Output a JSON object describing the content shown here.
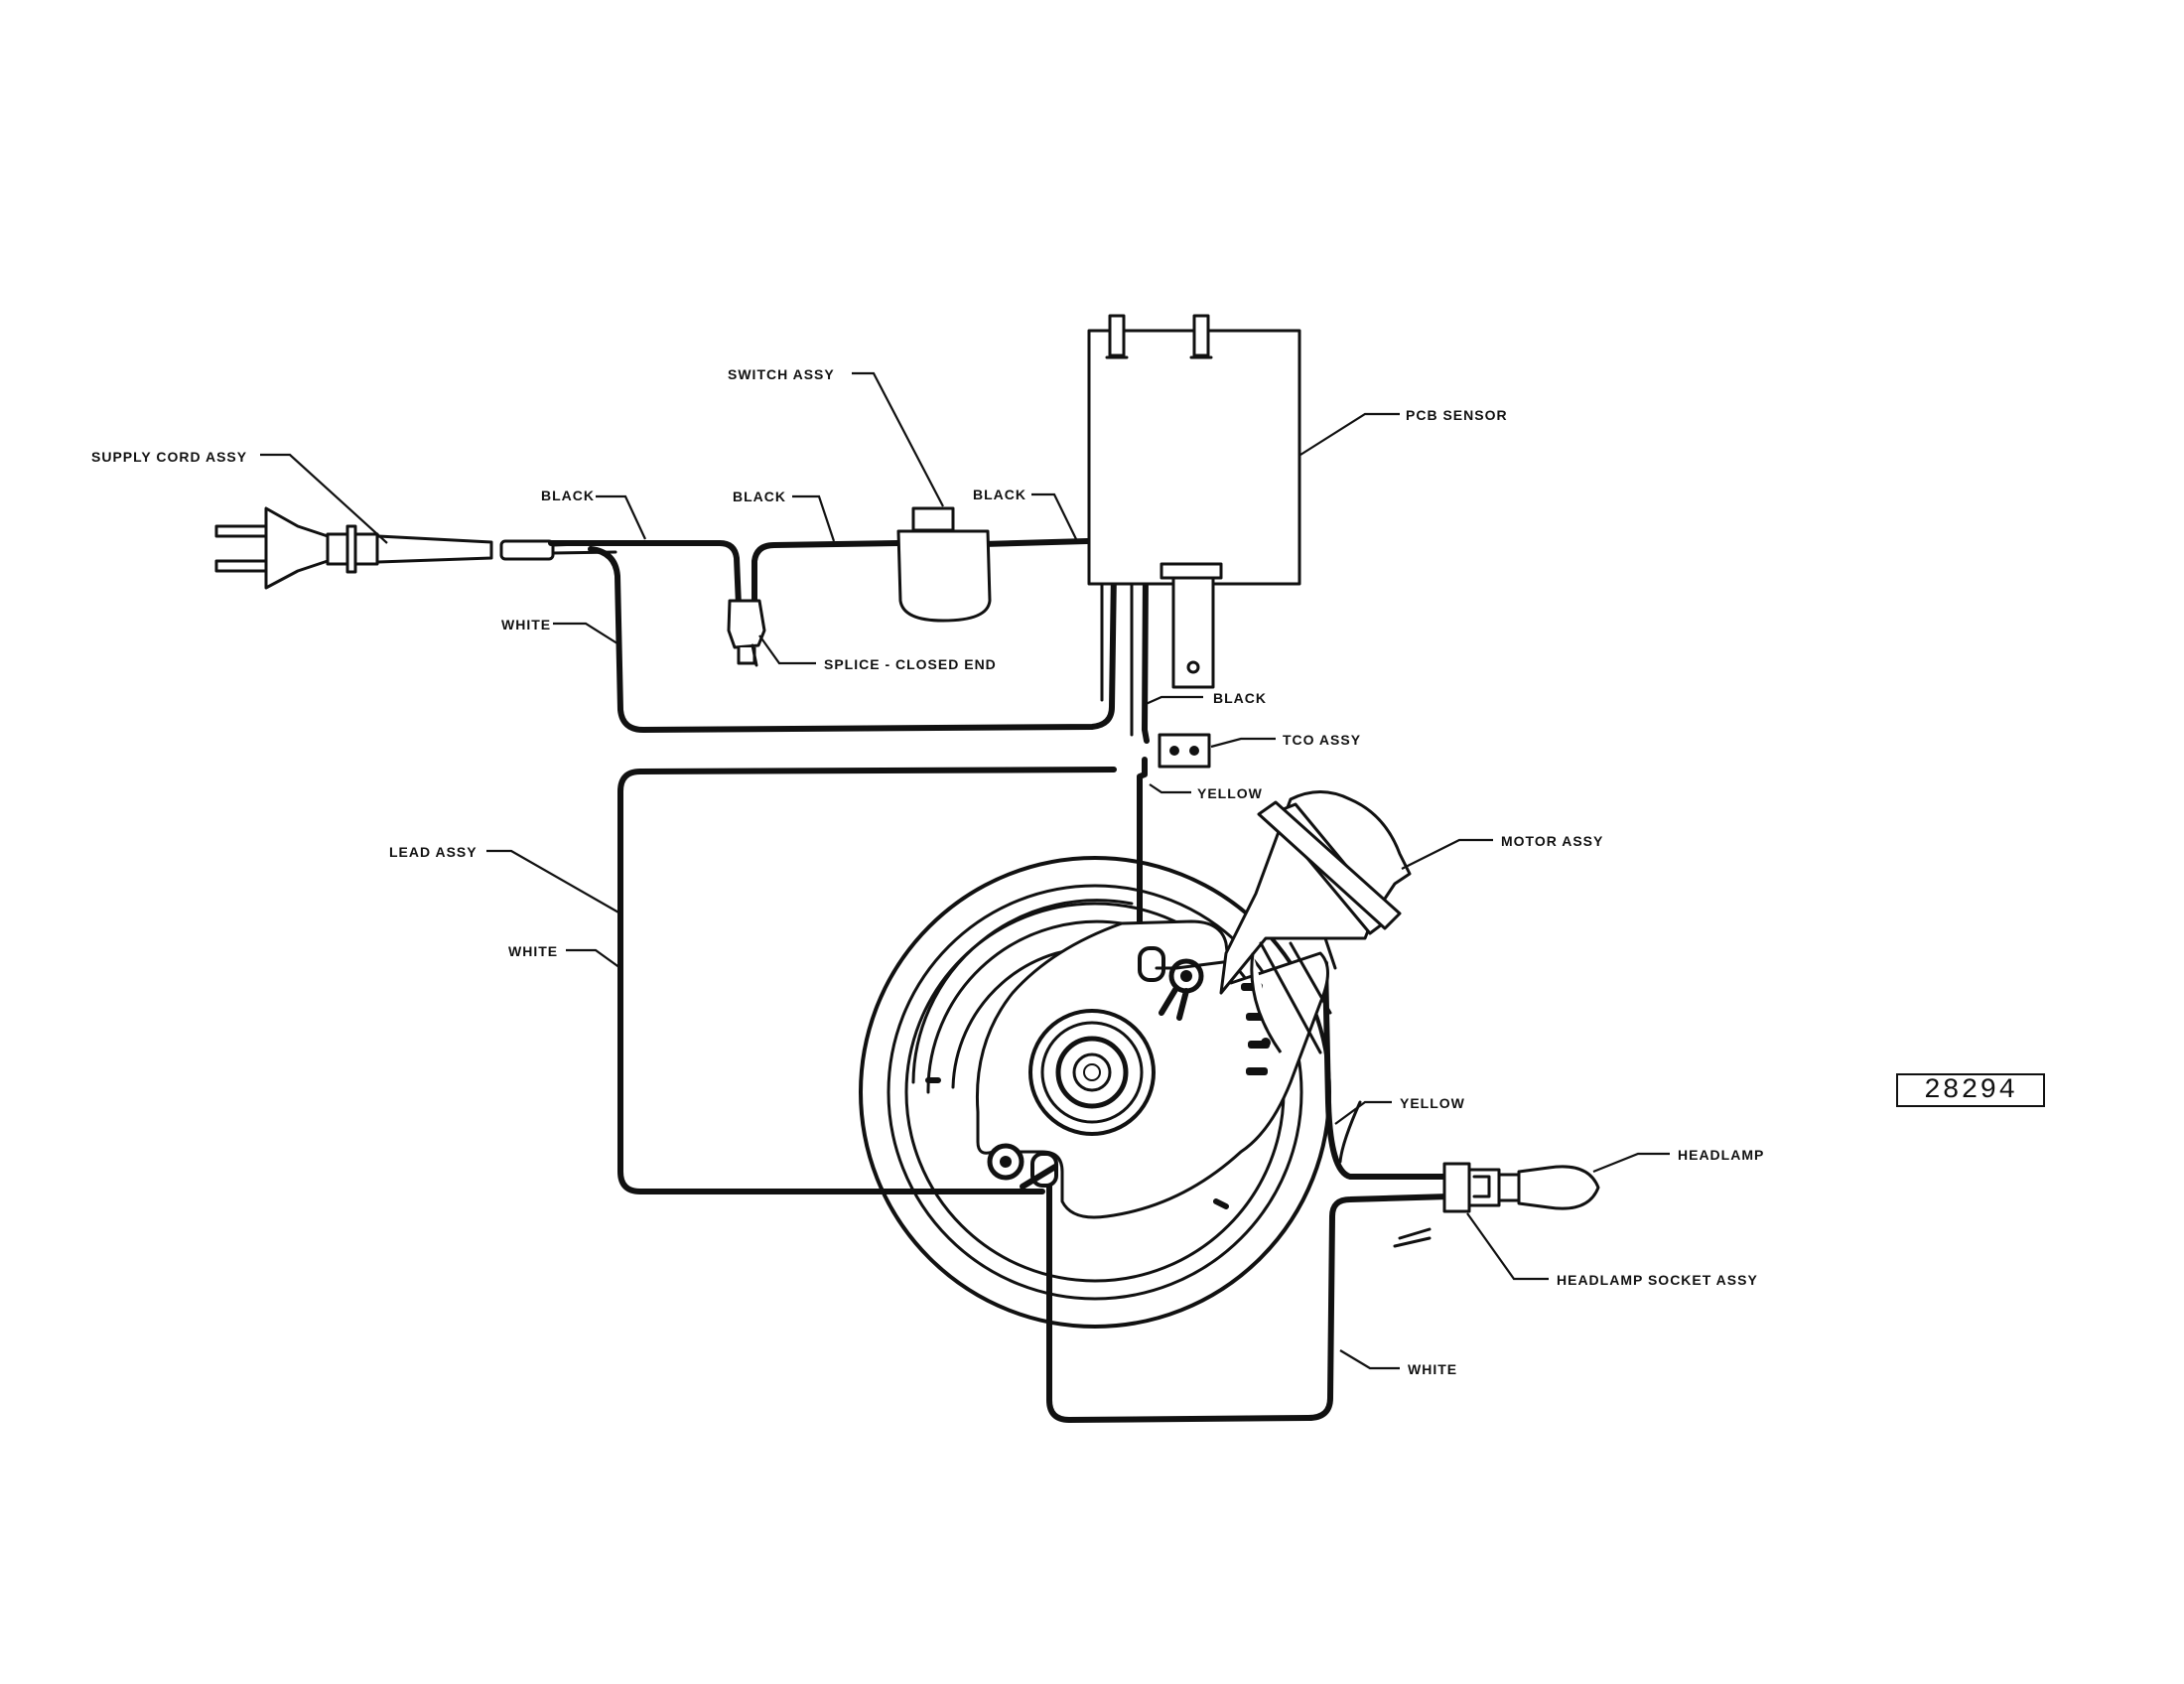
{
  "labels": {
    "supply_cord": "SUPPLY CORD ASSY",
    "black_1": "BLACK",
    "black_2": "BLACK",
    "black_3": "BLACK",
    "black_4": "BLACK",
    "switch_assy": "SWITCH ASSY",
    "pcb_sensor": "PCB SENSOR",
    "white_1": "WHITE",
    "splice": "SPLICE - CLOSED END",
    "tco_assy": "TCO ASSY",
    "yellow_1": "YELLOW",
    "motor_assy": "MOTOR ASSY",
    "lead_assy": "LEAD ASSY",
    "white_2": "WHITE",
    "yellow_2": "YELLOW",
    "headlamp": "HEADLAMP",
    "headlamp_socket": "HEADLAMP SOCKET ASSY",
    "white_3": "WHITE"
  },
  "reference_number": "28294",
  "colors": {
    "ink": "#111111",
    "paper": "#ffffff"
  }
}
